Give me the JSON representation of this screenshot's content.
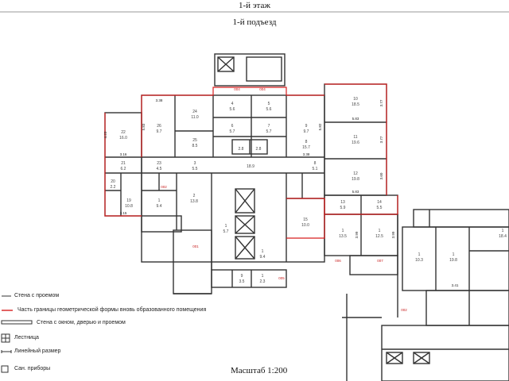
{
  "header": {
    "floor_title": "1-й этаж",
    "entrance_title": "1-й подъезд"
  },
  "footer": {
    "scale": "Масштаб 1:200"
  },
  "legend": {
    "wall_opening": "Стена с проемом",
    "red_boundary": "Часть границы геометрической формы вновь образованного помещения",
    "wall_window_door": "Стена с окном, дверью и проемом",
    "stairs": "Лестница",
    "linear_dim": "Линейный размер",
    "plumbing": "Сан. приборы"
  },
  "colors": {
    "wall": "#333333",
    "boundary": "#d61f1f",
    "room_label": "#444444",
    "red_label": "#c81e1e"
  },
  "rooms": [
    {
      "n": "22",
      "a": "16.0"
    },
    {
      "n": "26",
      "a": "9.7"
    },
    {
      "n": "24",
      "a": "11.0"
    },
    {
      "n": "25",
      "a": "8.5"
    },
    {
      "n": "4",
      "a": "5.6"
    },
    {
      "n": "5",
      "a": "5.6"
    },
    {
      "n": "9",
      "a": "9.7"
    },
    {
      "n": "6",
      "a": "5.7"
    },
    {
      "n": "7",
      "a": "5.7"
    },
    {
      "n": "2.8",
      "a": ""
    },
    {
      "n": "2.8",
      "a": ""
    },
    {
      "n": "8",
      "a": "15.7"
    },
    {
      "n": "10",
      "a": "18.5"
    },
    {
      "n": "11",
      "a": "19.6"
    },
    {
      "n": "12",
      "a": "19.8"
    },
    {
      "n": "21",
      "a": "6.2"
    },
    {
      "n": "23",
      "a": "4.5"
    },
    {
      "n": "3",
      "a": "5.5"
    },
    {
      "n": "18.9",
      "a": ""
    },
    {
      "n": "8",
      "a": "5.1"
    },
    {
      "n": "20",
      "a": "2.2"
    },
    {
      "n": "19",
      "a": "10.8"
    },
    {
      "n": "1",
      "a": "9.4"
    },
    {
      "n": "2",
      "a": "13.8"
    },
    {
      "n": "13",
      "a": "5.9"
    },
    {
      "n": "14",
      "a": "5.5"
    },
    {
      "n": "15",
      "a": "10.0"
    },
    {
      "n": "1",
      "a": "13.5"
    },
    {
      "n": "1",
      "a": "12.5"
    },
    {
      "n": "1",
      "a": "5.7"
    },
    {
      "n": "1",
      "a": "9.4"
    },
    {
      "n": "9",
      "a": "3.5"
    },
    {
      "n": "1",
      "a": "2.3"
    },
    {
      "n": "1",
      "a": "10.3"
    },
    {
      "n": "1",
      "a": "19.8"
    },
    {
      "n": "1",
      "a": "18.4"
    }
  ],
  "dims": [
    "3.38",
    "4.23",
    "3.16",
    "3.15",
    "5.83",
    "5.82",
    "3.38",
    "3.77",
    "3.77",
    "3.60",
    "5.83",
    "5.83",
    "3.99",
    "3.99",
    "3.41"
  ],
  "red_tags": [
    "004",
    "004",
    "002",
    "001",
    "005",
    "006",
    "007",
    "002"
  ]
}
